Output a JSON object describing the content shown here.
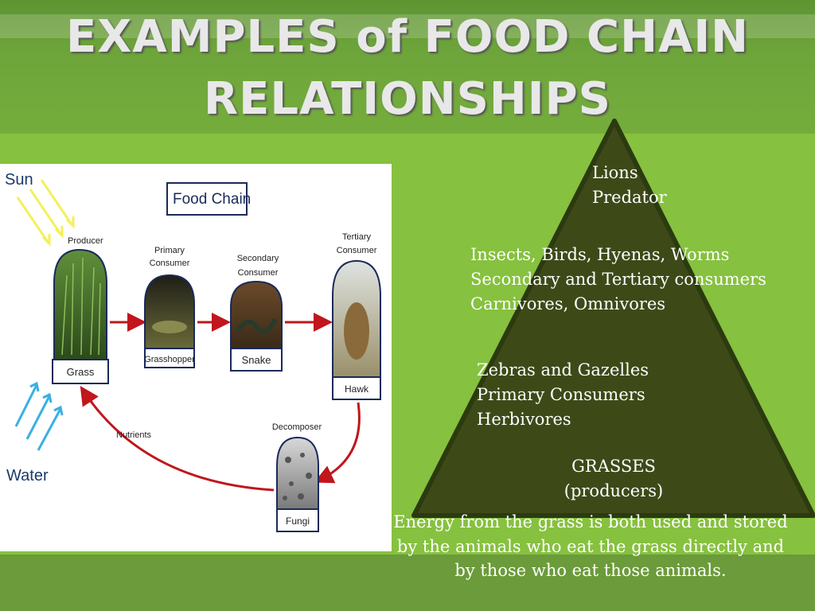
{
  "slide": {
    "title_line1": "EXAMPLES of FOOD CHAIN",
    "title_line2": "RELATIONSHIPS"
  },
  "diagram": {
    "heading": "Food Chain",
    "sun": "Sun",
    "water": "Water",
    "nutrients": "Nutrients",
    "producer_role": "Producer",
    "producer_name": "Grass",
    "primary_role_1": "Primary",
    "primary_role_2": "Consumer",
    "primary_name": "Grasshopper",
    "secondary_role_1": "Secondary",
    "secondary_role_2": "Consumer",
    "secondary_name": "Snake",
    "tertiary_role_1": "Tertiary",
    "tertiary_role_2": "Consumer",
    "tertiary_name": "Hawk",
    "decomposer_role": "Decomposer",
    "decomposer_name": "Fungi"
  },
  "pyramid": {
    "top_line1": "Lions",
    "top_line2": "Predator",
    "level2_line1": "Insects, Birds, Hyenas, Worms",
    "level2_line2": "Secondary and Tertiary consumers",
    "level2_line3": "Carnivores, Omnivores",
    "level3_line1": "Zebras and Gazelles",
    "level3_line2": "Primary Consumers",
    "level3_line3": "Herbivores",
    "base_line1": "GRASSES",
    "base_line2": "(producers)"
  },
  "caption": "Energy from the grass is both used and stored by the animals who eat the grass directly and by those who eat those animals.",
  "colors": {
    "background": "#86c13f",
    "pyramid_fill": "#3d4a18",
    "pyramid_stroke": "#2c3a10",
    "arrow_red": "#c0161c"
  }
}
